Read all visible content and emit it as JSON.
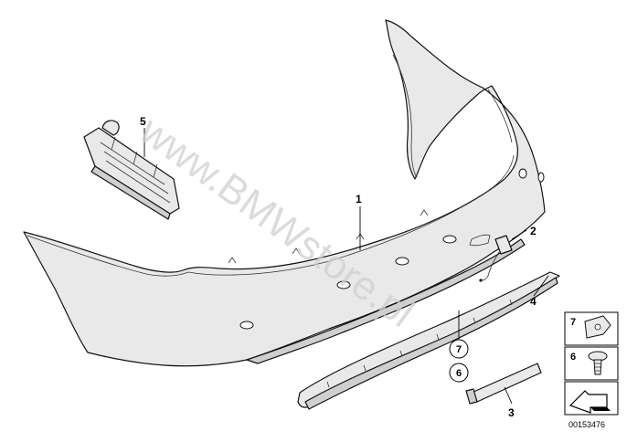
{
  "diagram": {
    "watermark": "www.BMWstore.pl",
    "document_number": "00153476",
    "callouts": [
      {
        "id": "1",
        "label": "1"
      },
      {
        "id": "2",
        "label": "2"
      },
      {
        "id": "3",
        "label": "3"
      },
      {
        "id": "4",
        "label": "4"
      },
      {
        "id": "5",
        "label": "5"
      }
    ],
    "circled_refs": [
      {
        "id": "c7",
        "label": "7"
      },
      {
        "id": "c6",
        "label": "6"
      }
    ],
    "legend": [
      {
        "id": "l7",
        "label": "7",
        "icon": "speed-nut-icon"
      },
      {
        "id": "l6",
        "label": "6",
        "icon": "expanding-rivet-icon"
      }
    ],
    "colors": {
      "line": "#111111",
      "part_fill": "#e9e9e9",
      "watermark": "#cfcfcf"
    }
  }
}
